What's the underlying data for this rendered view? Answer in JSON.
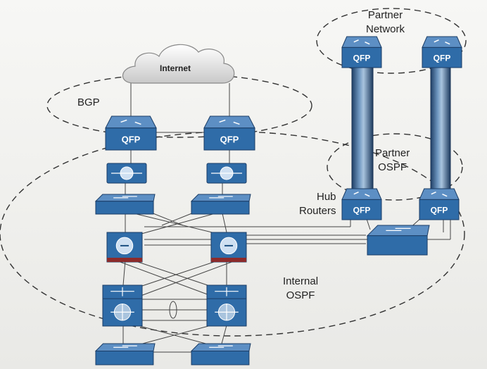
{
  "labels": {
    "internet": "Internet",
    "bgp": "BGP",
    "partner_network": "Partner\nNetwork",
    "partner_ospf": "Partner\nOSPF",
    "hub_routers": "Hub\nRouters",
    "internal_ospf": "Internal\nOSPF",
    "qfp": "QFP"
  },
  "colors": {
    "device_blue": "#2f6ca8",
    "device_dark": "#1d4f82",
    "line": "#444444",
    "dash": "#333333"
  },
  "devices": [
    {
      "id": "edge-router-left",
      "icon": "qfp-router-icon"
    },
    {
      "id": "edge-router-right",
      "icon": "qfp-router-icon"
    },
    {
      "id": "ips-left",
      "icon": "ips-sensor-icon"
    },
    {
      "id": "ips-right",
      "icon": "ips-sensor-icon"
    },
    {
      "id": "switch-left-top",
      "icon": "switch-icon"
    },
    {
      "id": "switch-right-top",
      "icon": "switch-icon"
    },
    {
      "id": "firewall-left",
      "icon": "firewall-icon"
    },
    {
      "id": "firewall-right",
      "icon": "firewall-icon"
    },
    {
      "id": "core-switch-left",
      "icon": "core-switch-icon"
    },
    {
      "id": "core-switch-right",
      "icon": "core-switch-icon"
    },
    {
      "id": "switch-left-bottom",
      "icon": "switch-icon"
    },
    {
      "id": "switch-right-bottom",
      "icon": "switch-icon"
    },
    {
      "id": "partner-router-left",
      "icon": "qfp-router-icon"
    },
    {
      "id": "partner-router-right",
      "icon": "qfp-router-icon"
    },
    {
      "id": "hub-router-left",
      "icon": "qfp-router-icon"
    },
    {
      "id": "hub-router-right",
      "icon": "qfp-router-icon"
    },
    {
      "id": "hub-switch",
      "icon": "switch-icon"
    }
  ]
}
